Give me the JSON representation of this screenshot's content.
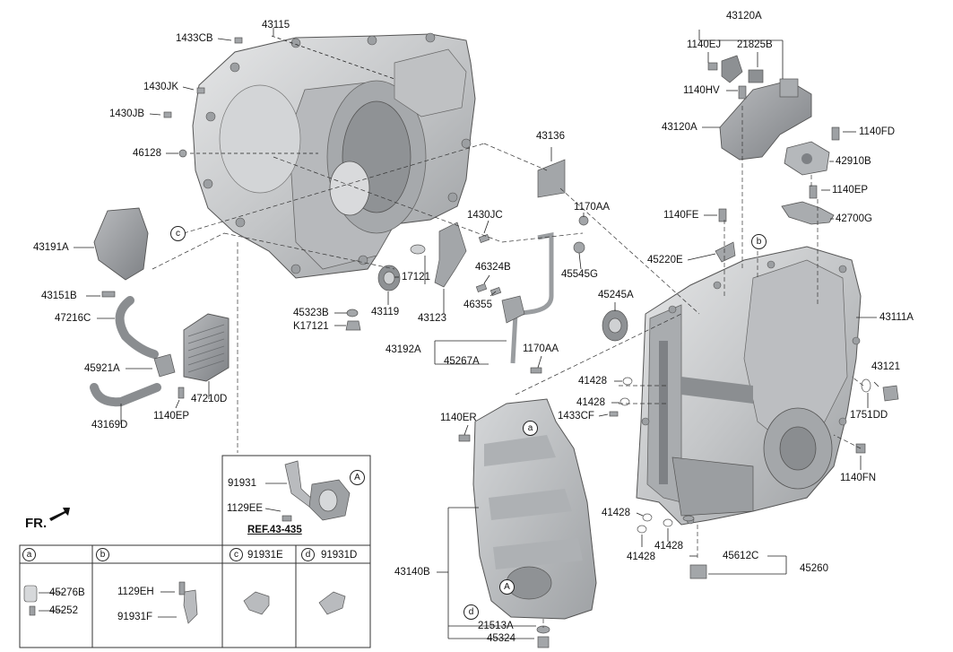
{
  "labels": {
    "p43115": "43115",
    "p1433CB": "1433CB",
    "p1430JK": "1430JK",
    "p1430JB": "1430JB",
    "p46128": "46128",
    "p43191A": "43191A",
    "p43151B": "43151B",
    "p47216C": "47216C",
    "p45921A": "45921A",
    "p43169D": "43169D",
    "p1140EP_a": "1140EP",
    "p47210D": "47210D",
    "p45323B": "45323B",
    "pK17121": "K17121",
    "p43119": "43119",
    "p17121": "17121",
    "p43123": "43123",
    "p43136": "43136",
    "p1430JC": "1430JC",
    "p1170AA_a": "1170AA",
    "p45545G": "45545G",
    "p46324B": "46324B",
    "p46355": "46355",
    "p43192A": "43192A",
    "p45267A": "45267A",
    "p1170AA_b": "1170AA",
    "p45245A": "45245A",
    "p43120A_top": "43120A",
    "p1140EJ": "1140EJ",
    "p21825B": "21825B",
    "p1140HV": "1140HV",
    "p43120A": "43120A",
    "p1140FD": "1140FD",
    "p42910B": "42910B",
    "p1140EP_b": "1140EP",
    "p1140FE": "1140FE",
    "p42700G": "42700G",
    "p45220E": "45220E",
    "p43111A": "43111A",
    "p41428_1": "41428",
    "p41428_2": "41428",
    "p1433CF": "1433CF",
    "p43121": "43121",
    "p1751DD": "1751DD",
    "p1140ER": "1140ER",
    "p1140FN": "1140FN",
    "p41428_3": "41428",
    "p41428_4": "41428",
    "p41428_5": "41428",
    "p45612C": "45612C",
    "p45260": "45260",
    "p43140B": "43140B",
    "p21513A": "21513A",
    "p45324": "45324",
    "p91931": "91931",
    "p1129EE": "1129EE",
    "pREF": "REF.43-435",
    "p45276B": "45276B",
    "p45252": "45252",
    "p1129EH": "1129EH",
    "p91931F": "91931F",
    "p91931E": "91931E",
    "p91931D": "91931D"
  },
  "callouts": {
    "a": "a",
    "b": "b",
    "c": "c",
    "d": "d",
    "A": "A"
  },
  "front_marker": "FR.",
  "colors": {
    "part_fill": "#c9cbcd",
    "part_dark": "#8e9194",
    "part_light": "#e4e5e6",
    "line": "#222222"
  }
}
